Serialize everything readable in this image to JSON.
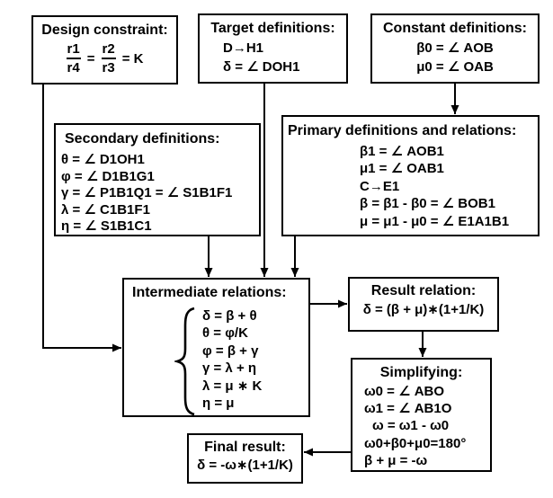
{
  "colors": {
    "border": "#000000",
    "background": "#ffffff",
    "text": "#000000"
  },
  "boxes": {
    "design_constraint": {
      "title": "Design constraint:",
      "frac1_num": "r1",
      "frac1_den": "r4",
      "equals": "=",
      "frac2_num": "r2",
      "frac2_den": "r3",
      "tail": "= K"
    },
    "target_definitions": {
      "title": "Target definitions:",
      "lines": [
        "D→H1",
        "δ = ∠ DOH1"
      ]
    },
    "constant_definitions": {
      "title": "Constant definitions:",
      "lines": [
        "β0 = ∠ AOB",
        "μ0 = ∠ OAB"
      ]
    },
    "secondary_definitions": {
      "title": "Secondary definitions:",
      "lines": [
        "θ = ∠ D1OH1",
        "φ = ∠ D1B1G1",
        "γ = ∠ P1B1Q1 = ∠ S1B1F1",
        "λ = ∠ C1B1F1",
        "η = ∠ S1B1C1"
      ]
    },
    "primary_definitions": {
      "title": "Primary definitions and relations:",
      "lines": [
        "β1 = ∠ AOB1",
        "μ1 = ∠ OAB1",
        "C→E1",
        "β = β1 - β0 = ∠ BOB1",
        "μ = μ1 - μ0 = ∠ E1A1B1"
      ]
    },
    "intermediate_relations": {
      "title": "Intermediate relations:",
      "lines": [
        "δ = β + θ",
        "θ = φ/K",
        "φ = β + γ",
        "γ = λ + η",
        "λ = μ ∗ K",
        "η = μ"
      ]
    },
    "result_relation": {
      "title": "Result relation:",
      "lines": [
        "δ = (β + μ)∗(1+1/K)"
      ]
    },
    "simplifying": {
      "title": "Simplifying:",
      "lines": [
        "ω0 = ∠ ABO",
        "ω1 = ∠ AB1O",
        "ω = ω1 - ω0",
        "ω0+β0+μ0=180°",
        "β + μ = -ω"
      ]
    },
    "final_result": {
      "title": "Final result:",
      "lines": [
        "δ = -ω∗(1+1/K)"
      ]
    }
  }
}
